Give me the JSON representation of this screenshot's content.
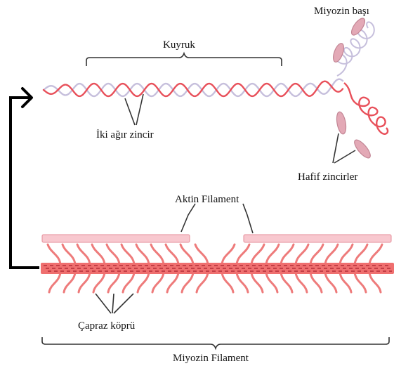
{
  "labels": {
    "myosin_head": "Miyozin başı",
    "tail": "Kuyruk",
    "heavy_chains": "İki ağır zincir",
    "light_chains": "Hafif zincirler",
    "actin_filament": "Aktin Filament",
    "cross_bridge": "Çapraz köprü",
    "myosin_filament": "Miyozin Filament"
  },
  "colors": {
    "heavy_chain_red": "#e8505a",
    "heavy_chain_lavender": "#c6bfdc",
    "light_chain_fill": "#e3a9b6",
    "light_chain_stroke": "#c28594",
    "actin_fill": "#f8c8cf",
    "actin_stroke": "#e58e98",
    "myosin_fill": "#ef6f6f",
    "myosin_stripe": "#b8323b",
    "cross_bridge": "#ee7b7b",
    "bracket": "#333333",
    "arrow": "#000000"
  }
}
